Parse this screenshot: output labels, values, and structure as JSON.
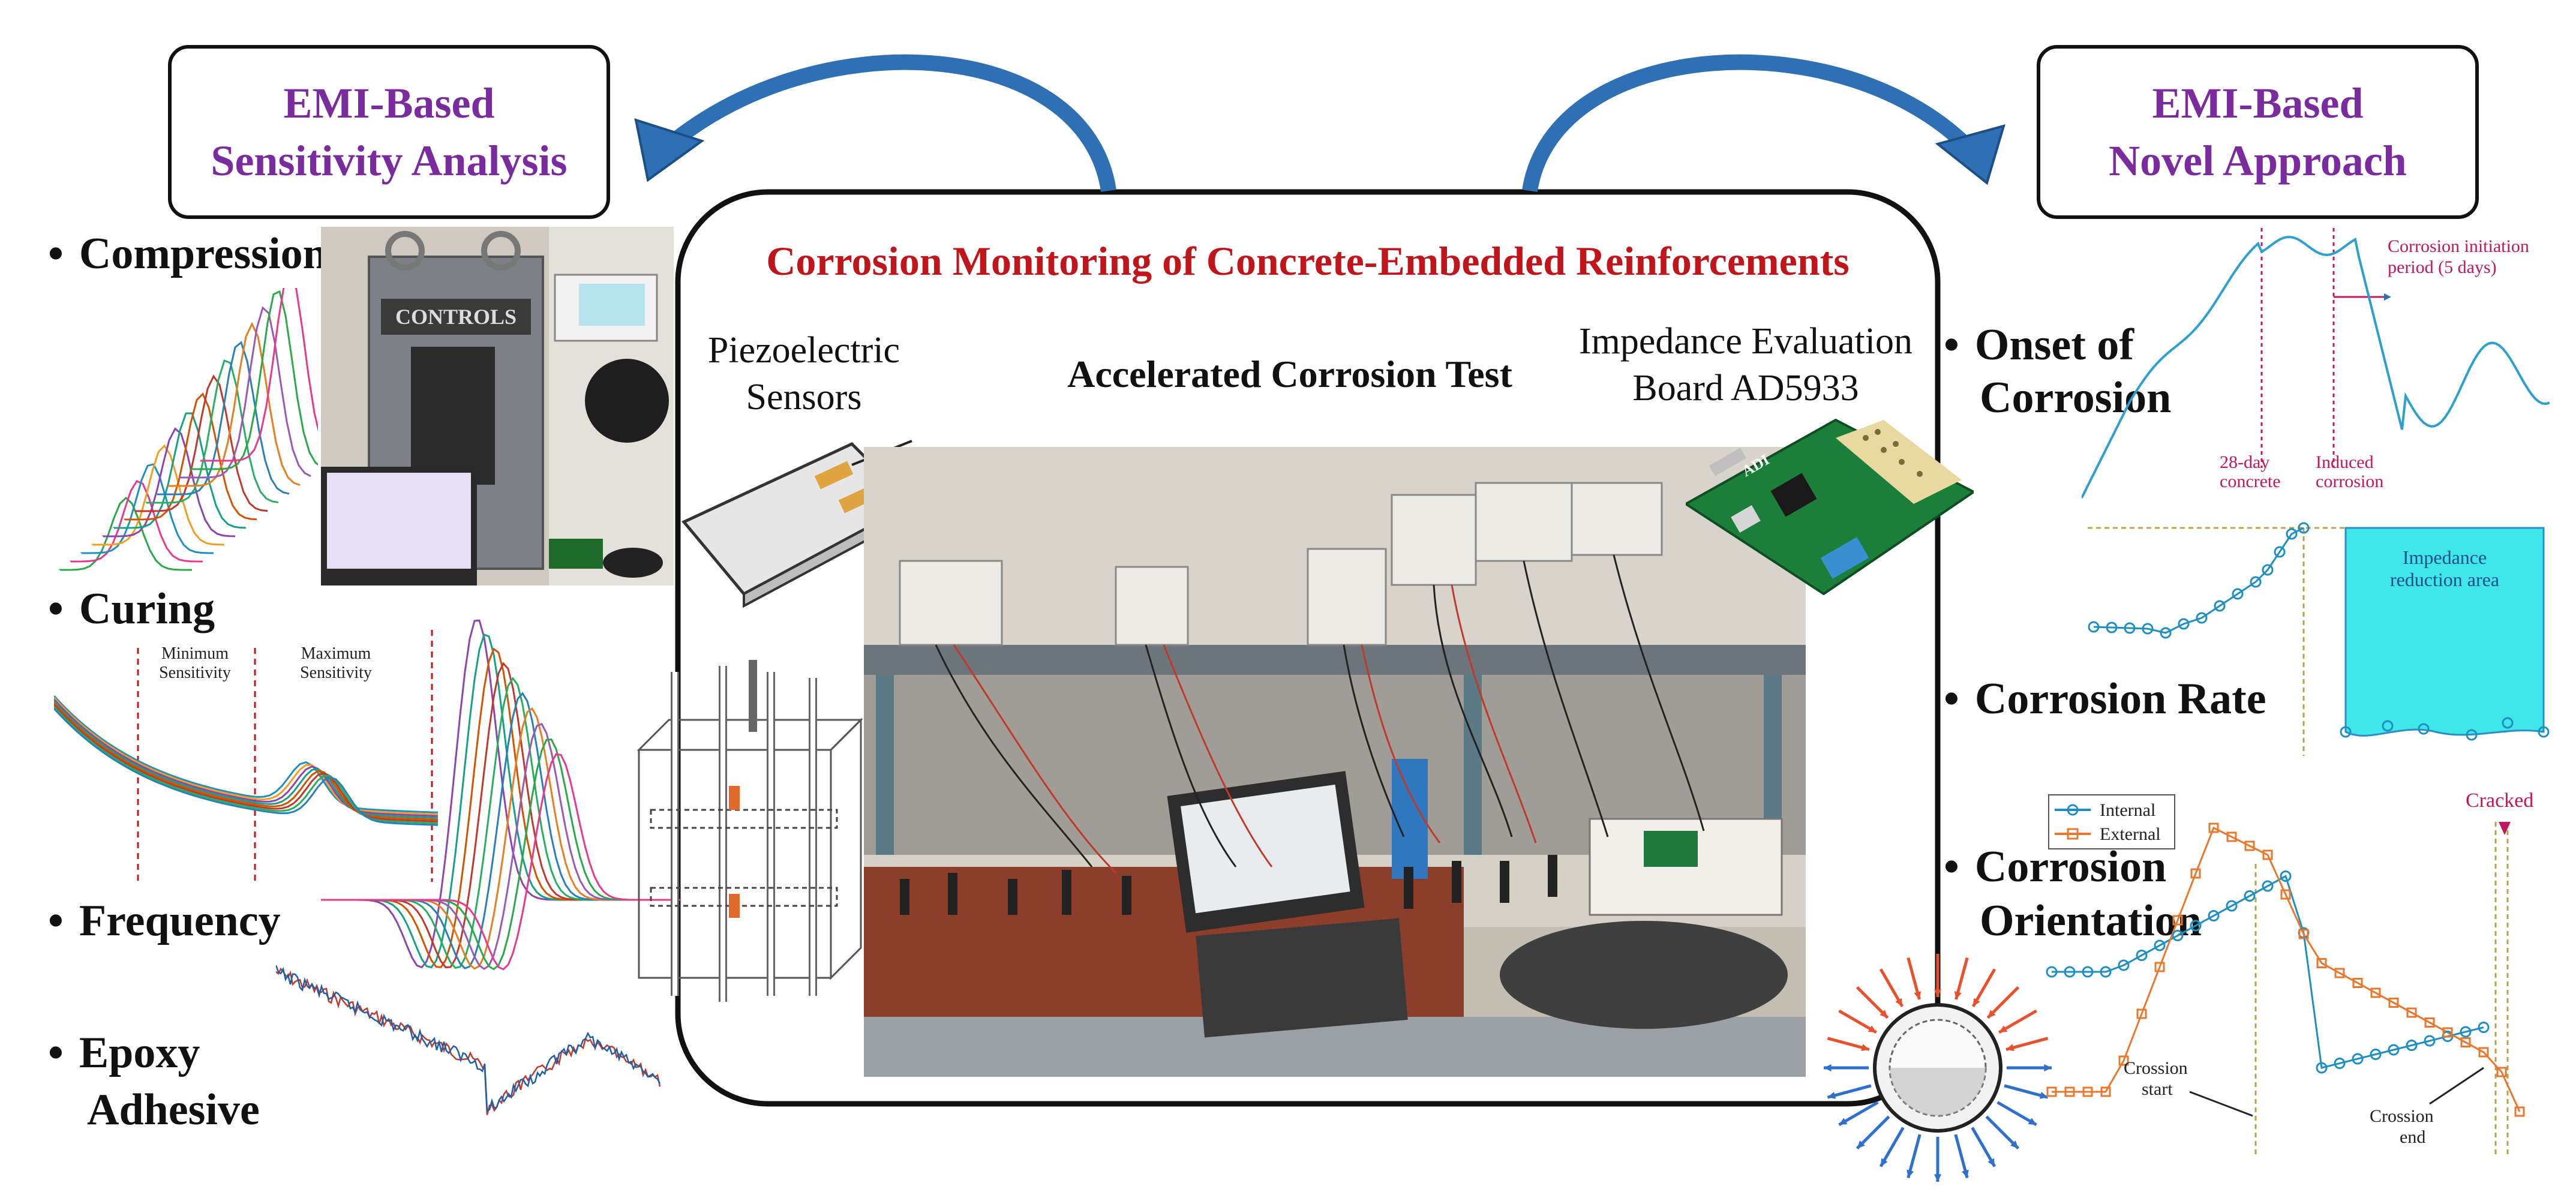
{
  "central_title": "Corrosion Monitoring of Concrete-Embedded Reinforcements",
  "left_box": {
    "line1": "EMI-Based",
    "line2": "Sensitivity Analysis"
  },
  "right_box": {
    "line1": "EMI-Based",
    "line2": "Novel Approach"
  },
  "left_items": [
    {
      "lines": [
        "Compression"
      ]
    },
    {
      "lines": [
        "Curing"
      ]
    },
    {
      "lines": [
        "Frequency"
      ]
    },
    {
      "lines": [
        "Epoxy",
        "Adhesive"
      ]
    }
  ],
  "right_items": [
    {
      "lines": [
        "Onset of",
        "Corrosion"
      ]
    },
    {
      "lines": [
        "Corrosion Rate"
      ]
    },
    {
      "lines": [
        "Corrosion",
        "Orientation"
      ]
    }
  ],
  "center_labels": {
    "sensors": [
      "Piezoelectric",
      "Sensors"
    ],
    "test": "Accelerated Corrosion Test",
    "board": [
      "Impedance Evaluation",
      "Board AD5933"
    ]
  },
  "curing_annotations": {
    "min": [
      "Minimum",
      "Sensitivity"
    ],
    "max": [
      "Maximum",
      "Sensitivity"
    ]
  },
  "onset_annotations": {
    "initiation": [
      "Corrosion initiation",
      "period (5 days)"
    ],
    "concrete": [
      "28-day",
      "concrete"
    ],
    "induced": [
      "Induced",
      "corrosion"
    ]
  },
  "rate_annotation": [
    "Impedance",
    "reduction area"
  ],
  "orientation_annotations": {
    "legend": [
      "Internal",
      "External"
    ],
    "cracked": "Cracked",
    "start": [
      "Crossion",
      "start"
    ],
    "end": [
      "Crossion",
      "end"
    ]
  },
  "photo_texts": {
    "machine_brand": "CONTROLS",
    "pcb_brand": "ADI"
  },
  "colors": {
    "title_red": "#c0161b",
    "box_purple": "#7a2c9e",
    "arrow_blue": "#2f6fb3",
    "series_internal": "#1f8fc2",
    "series_external": "#e8782e",
    "impedance_area": "#3fe6ea",
    "annotation_red": "#c2185b"
  }
}
